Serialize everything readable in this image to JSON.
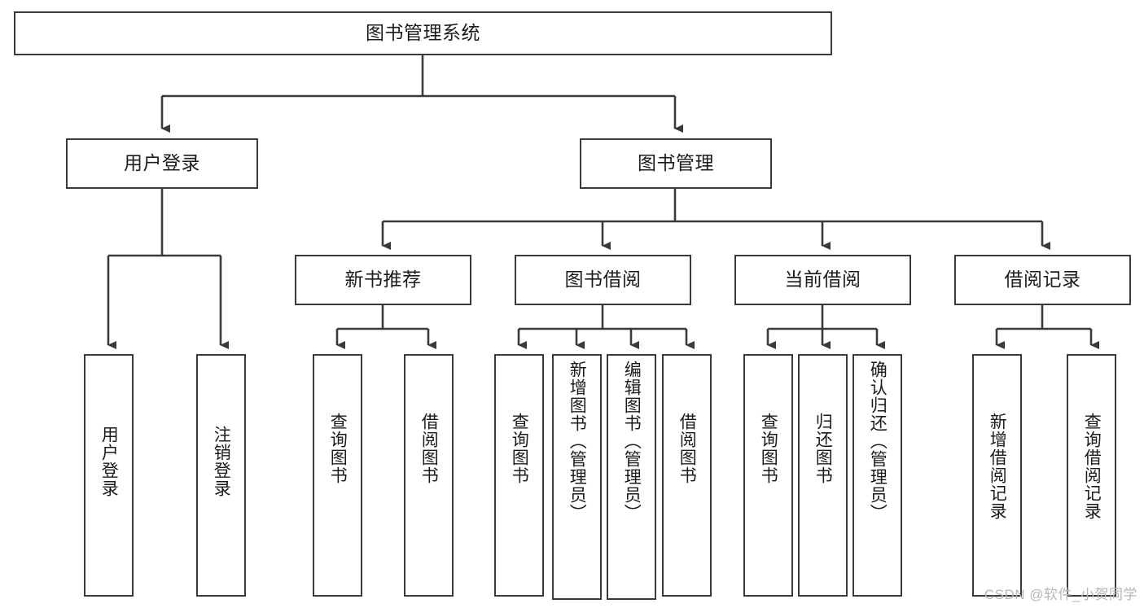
{
  "diagram": {
    "title": "图书管理系统",
    "type": "tree",
    "theme": {
      "background": "#ffffff",
      "stroke": "#3a3a3a",
      "text": "#1b1b1b",
      "watermark_color": "#b6b6b6"
    },
    "root": {
      "id": "root",
      "label": "图书管理系统"
    },
    "level2": [
      {
        "id": "login",
        "label": "用户登录"
      },
      {
        "id": "bookmgmt",
        "label": "图书管理"
      }
    ],
    "level3": [
      {
        "id": "newbook",
        "label": "新书推荐",
        "parent": "bookmgmt"
      },
      {
        "id": "borrow",
        "label": "图书借阅",
        "parent": "bookmgmt"
      },
      {
        "id": "current",
        "label": "当前借阅",
        "parent": "bookmgmt"
      },
      {
        "id": "record",
        "label": "借阅记录",
        "parent": "bookmgmt"
      }
    ],
    "leaves": {
      "login": [
        {
          "id": "leaf-user-login",
          "label": "用户登录"
        },
        {
          "id": "leaf-user-logout",
          "label": "注销登录"
        }
      ],
      "newbook": [
        {
          "id": "leaf-query-book-1",
          "label": "查询图书"
        },
        {
          "id": "leaf-borrow-book-1",
          "label": "借阅图书"
        }
      ],
      "borrow": [
        {
          "id": "leaf-query-book-2",
          "label": "查询图书"
        },
        {
          "id": "leaf-add-book",
          "label": "新增图书（管理员）"
        },
        {
          "id": "leaf-edit-book",
          "label": "编辑图书（管理员）"
        },
        {
          "id": "leaf-borrow-book-2",
          "label": "借阅图书"
        }
      ],
      "current": [
        {
          "id": "leaf-query-book-3",
          "label": "查询图书"
        },
        {
          "id": "leaf-return-book",
          "label": "归还图书"
        },
        {
          "id": "leaf-confirm-return",
          "label": "确认归还（管理员）"
        }
      ],
      "record": [
        {
          "id": "leaf-add-record",
          "label": "新增借阅记录"
        },
        {
          "id": "leaf-query-record",
          "label": "查询借阅记录"
        }
      ]
    }
  },
  "watermark": {
    "text": "CSDN @软件_小贺同学"
  }
}
